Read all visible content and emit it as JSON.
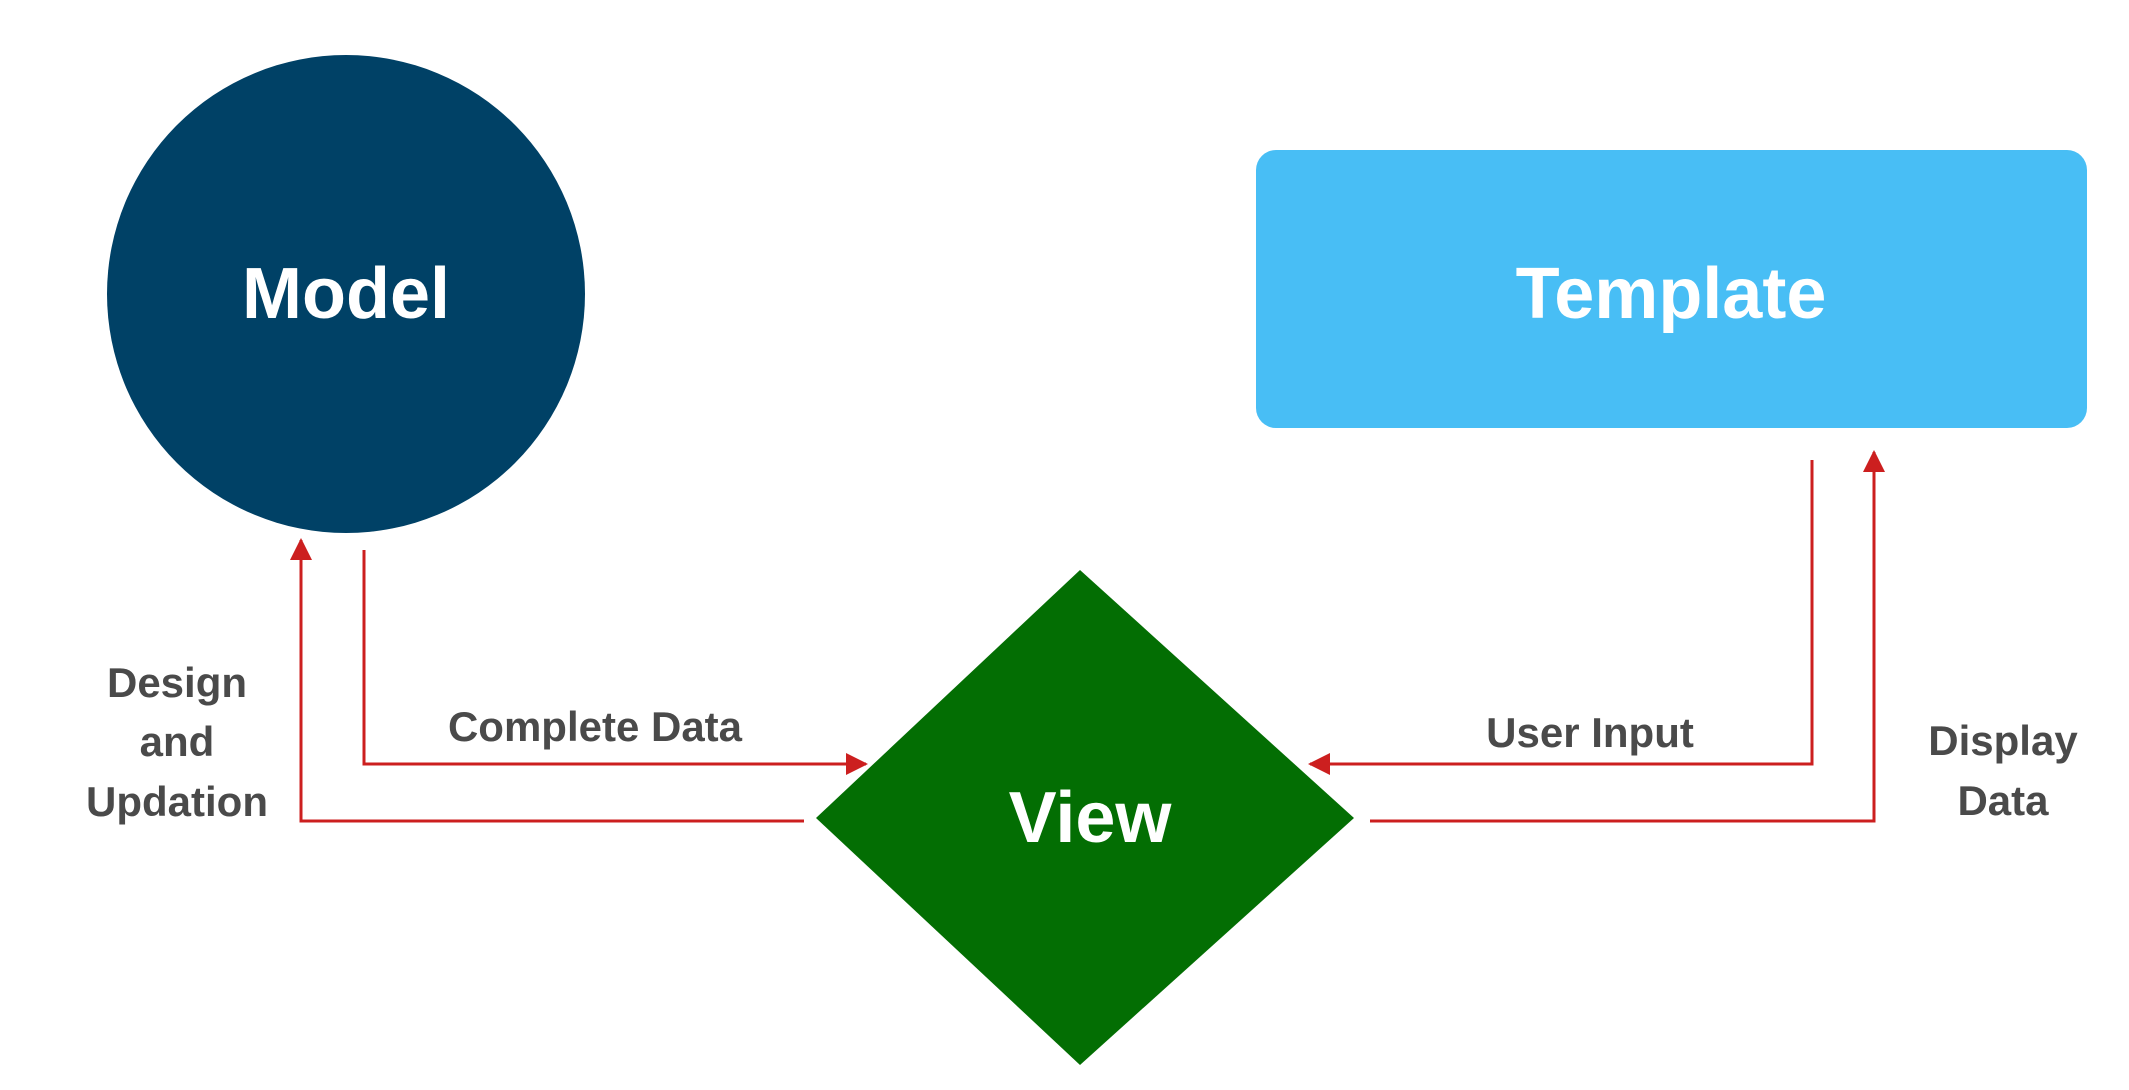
{
  "nodes": {
    "model": {
      "label": "Model",
      "color": "#004166"
    },
    "template": {
      "label": "Template",
      "color": "#48bef5"
    },
    "view": {
      "label": "View",
      "color": "#036e03"
    }
  },
  "edges": {
    "model_to_view": {
      "label": "Complete Data"
    },
    "view_to_model": {
      "label_lines": [
        "Design",
        "and",
        "Updation"
      ]
    },
    "template_to_view": {
      "label": "User Input"
    },
    "view_to_template": {
      "label_lines": [
        "Display",
        "Data"
      ]
    }
  },
  "colors": {
    "arrow": "#cc1f1f",
    "label_text": "#4a4a4a",
    "node_text": "#ffffff",
    "background": "#ffffff"
  }
}
